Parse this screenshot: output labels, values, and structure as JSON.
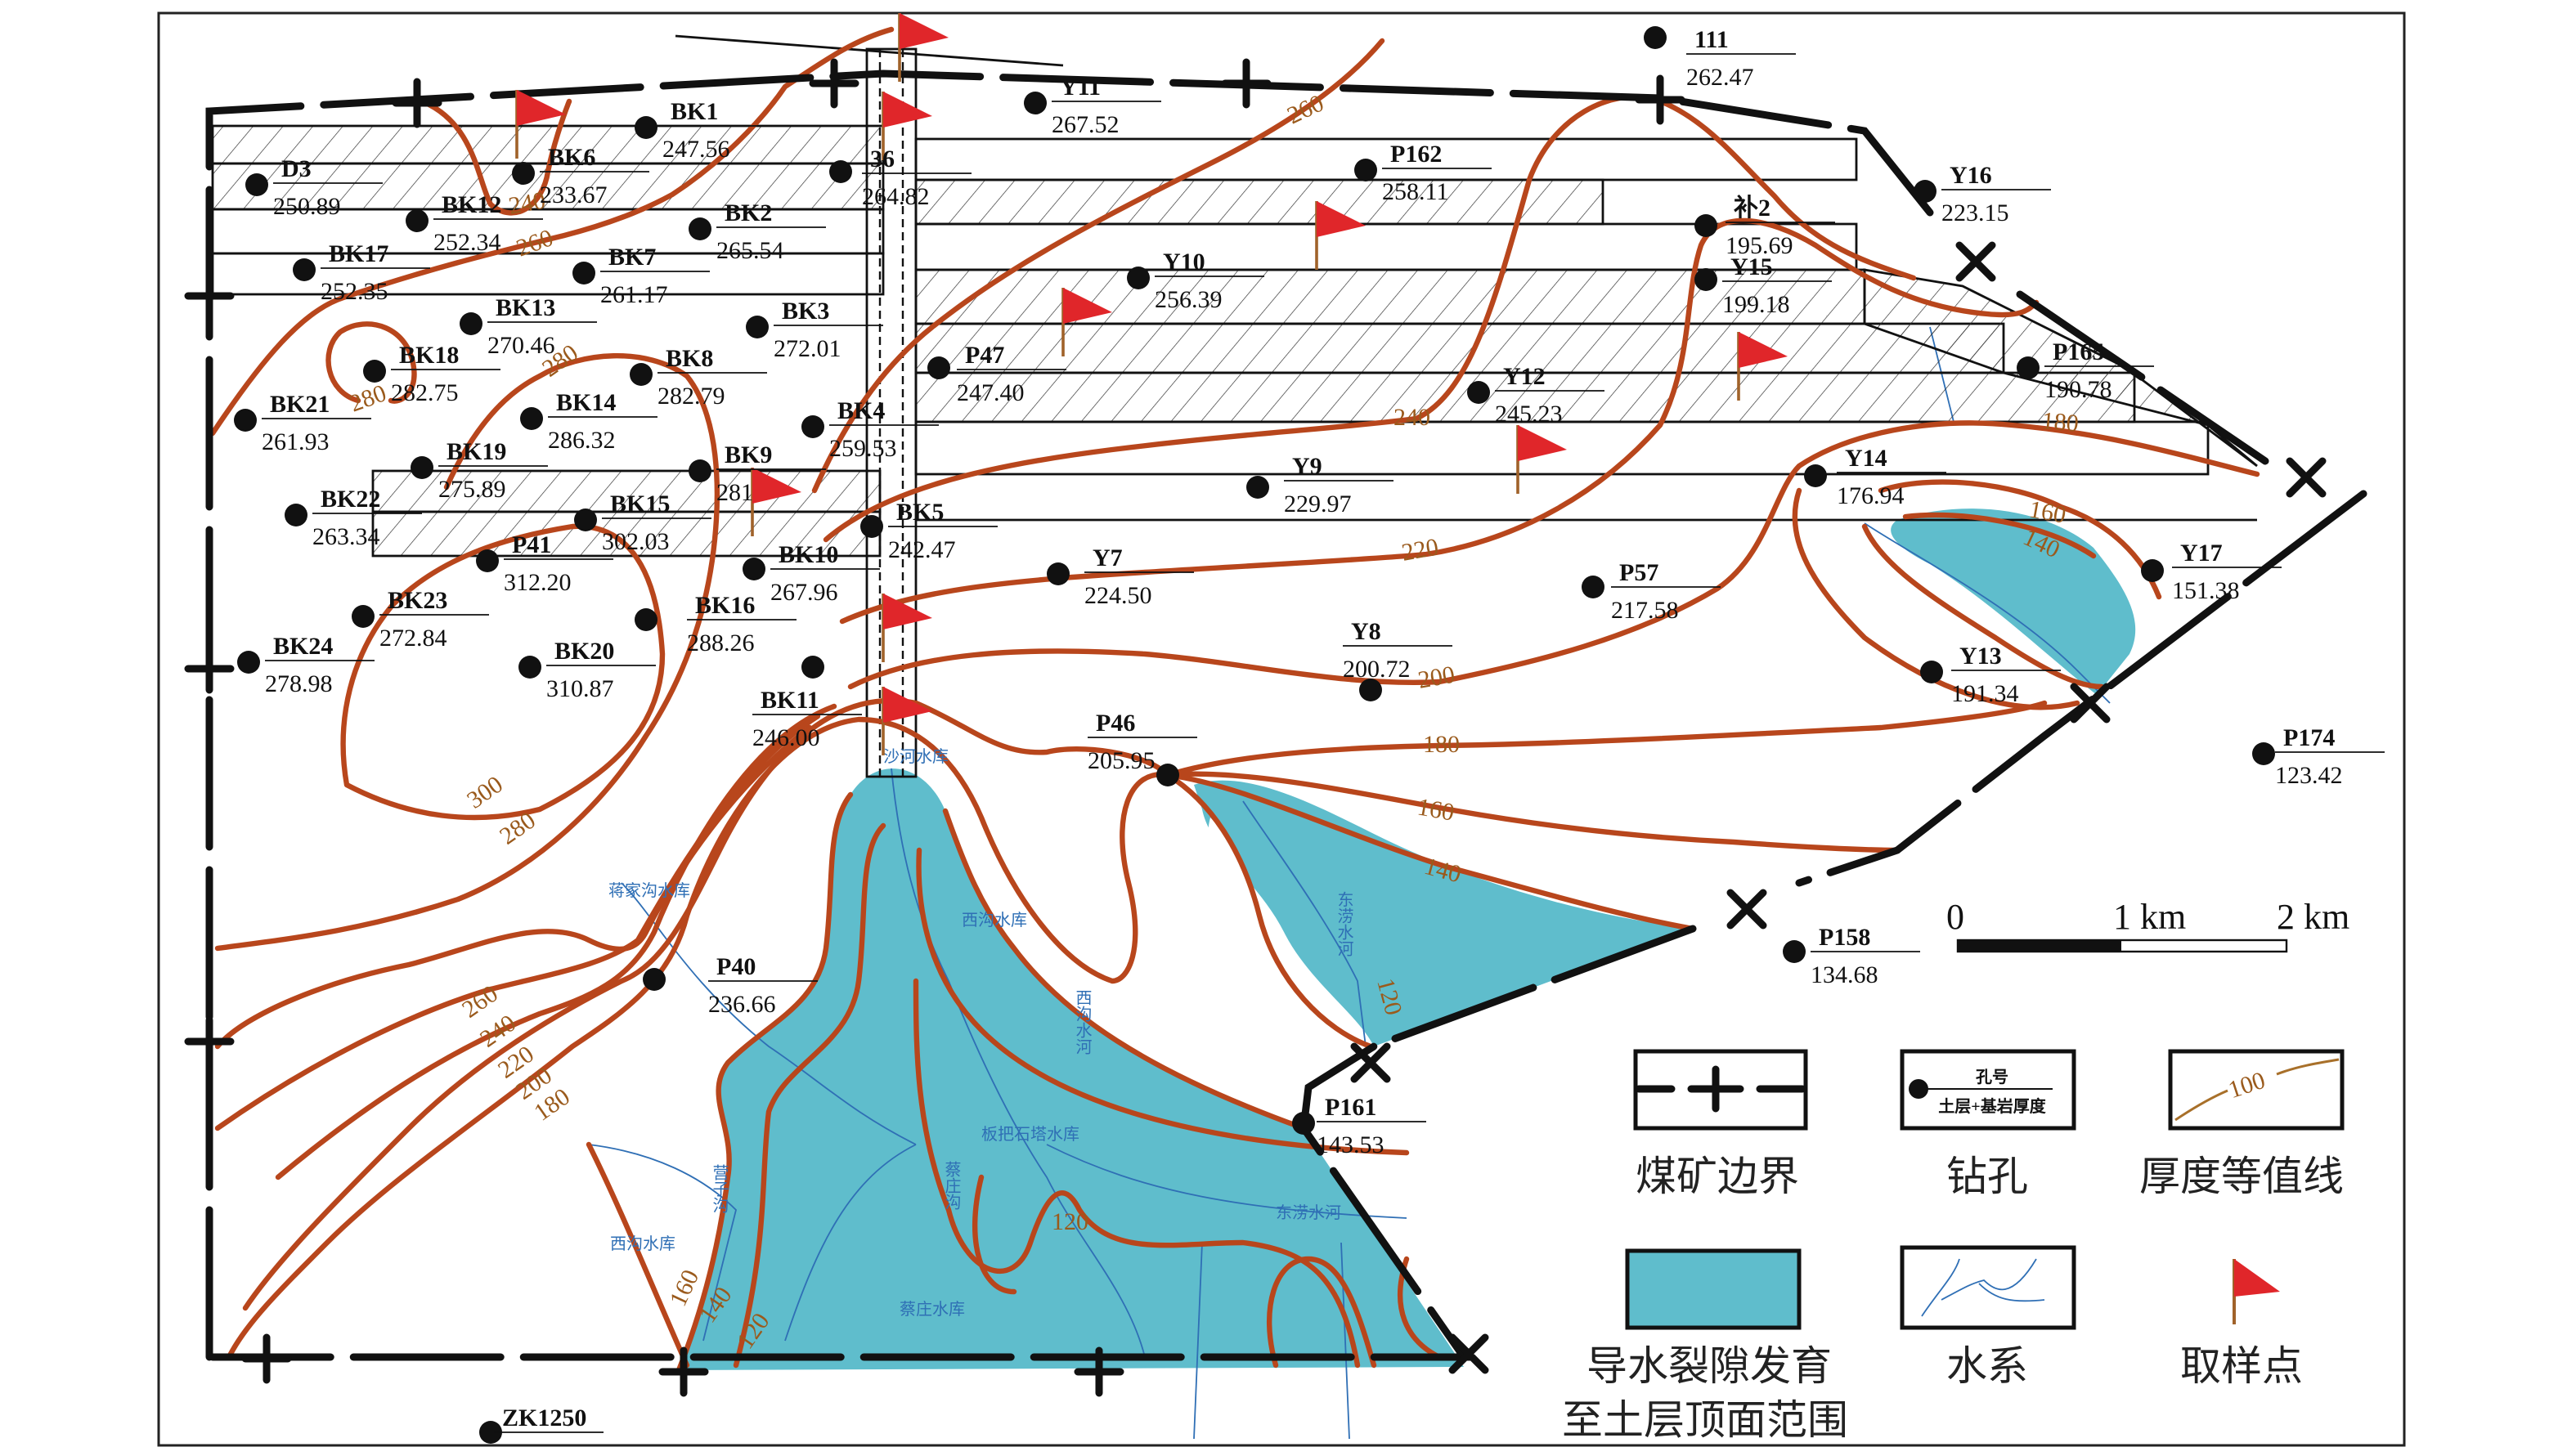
{
  "boreholes": [
    {
      "id": "D3",
      "value": "250.89"
    },
    {
      "id": "BK1",
      "value": "247.56"
    },
    {
      "id": "BK6",
      "value": "233.67"
    },
    {
      "id": "36",
      "value": "264.82"
    },
    {
      "id": "BK12",
      "value": "252.34"
    },
    {
      "id": "BK2",
      "value": "265.54"
    },
    {
      "id": "BK17",
      "value": "252.35"
    },
    {
      "id": "BK7",
      "value": "261.17"
    },
    {
      "id": "BK13",
      "value": "270.46"
    },
    {
      "id": "BK3",
      "value": "272.01"
    },
    {
      "id": "BK18",
      "value": "282.75"
    },
    {
      "id": "BK8",
      "value": "282.79"
    },
    {
      "id": "BK21",
      "value": "261.93"
    },
    {
      "id": "BK14",
      "value": "286.32"
    },
    {
      "id": "BK4",
      "value": "259.53"
    },
    {
      "id": "BK19",
      "value": "275.89"
    },
    {
      "id": "BK9",
      "value": "281"
    },
    {
      "id": "BK22",
      "value": "263.34"
    },
    {
      "id": "BK15",
      "value": "302.03"
    },
    {
      "id": "BK5",
      "value": "242.47"
    },
    {
      "id": "P41",
      "value": "312.20"
    },
    {
      "id": "BK10",
      "value": "267.96"
    },
    {
      "id": "BK23",
      "value": "272.84"
    },
    {
      "id": "BK16",
      "value": "288.26"
    },
    {
      "id": "BK24",
      "value": "278.98"
    },
    {
      "id": "BK20",
      "value": "310.87"
    },
    {
      "id": "BK11",
      "value": "246.00"
    },
    {
      "id": "Y11",
      "value": "267.52"
    },
    {
      "id": "111",
      "value": "262.47"
    },
    {
      "id": "P162",
      "value": "258.11"
    },
    {
      "id": "Y16",
      "value": "223.15"
    },
    {
      "id": "补2",
      "value": "195.69"
    },
    {
      "id": "Y15",
      "value": "199.18"
    },
    {
      "id": "Y10",
      "value": "256.39"
    },
    {
      "id": "P47",
      "value": "247.40"
    },
    {
      "id": "Y12",
      "value": "245.23"
    },
    {
      "id": "P165",
      "value": "190.78"
    },
    {
      "id": "Y9",
      "value": "229.97"
    },
    {
      "id": "Y14",
      "value": "176.94"
    },
    {
      "id": "Y7",
      "value": "224.50"
    },
    {
      "id": "P57",
      "value": "217.58"
    },
    {
      "id": "Y17",
      "value": "151.38"
    },
    {
      "id": "Y8",
      "value": "200.72"
    },
    {
      "id": "Y13",
      "value": "191.34"
    },
    {
      "id": "P174",
      "value": "123.42"
    },
    {
      "id": "P46",
      "value": "205.95"
    },
    {
      "id": "P158",
      "value": "134.68"
    },
    {
      "id": "P40",
      "value": "236.66"
    },
    {
      "id": "P161",
      "value": "143.53"
    },
    {
      "id": "ZK1250",
      "value": ""
    }
  ],
  "contour_labels": [
    "240",
    "260",
    "260",
    "280",
    "280",
    "240",
    "180",
    "220",
    "200",
    "160",
    "140",
    "180",
    "160",
    "140",
    "300",
    "280",
    "260",
    "240",
    "220",
    "200",
    "180",
    "160",
    "140",
    "120",
    "120",
    "120"
  ],
  "water_labels": [
    "蒋家沟水库",
    "沙河水库",
    "西沟水库",
    "西沟水河",
    "板把石塔水库",
    "西沟水库",
    "东涝水河",
    "东涝水河",
    "蔡庄水库",
    "营子沟",
    "蔡庄沟"
  ],
  "scale_bar": {
    "zero": "0",
    "mid": "1 km",
    "end": "2 km"
  },
  "legend": {
    "boundary": "煤矿边界",
    "borehole": "钻孔",
    "borehole_top": "孔号",
    "borehole_bottom": "土层+基岩厚度",
    "contour": "厚度等值线",
    "contour_sample": "100",
    "fracture_line1": "导水裂隙发育",
    "fracture_line2": "至土层顶面范围",
    "water": "水系",
    "sample": "取样点"
  },
  "colors": {
    "fracture_zone": "#5fbdcc",
    "contour": "#b8461c",
    "flag": "#e0262a",
    "water": "#2f6fb5"
  }
}
